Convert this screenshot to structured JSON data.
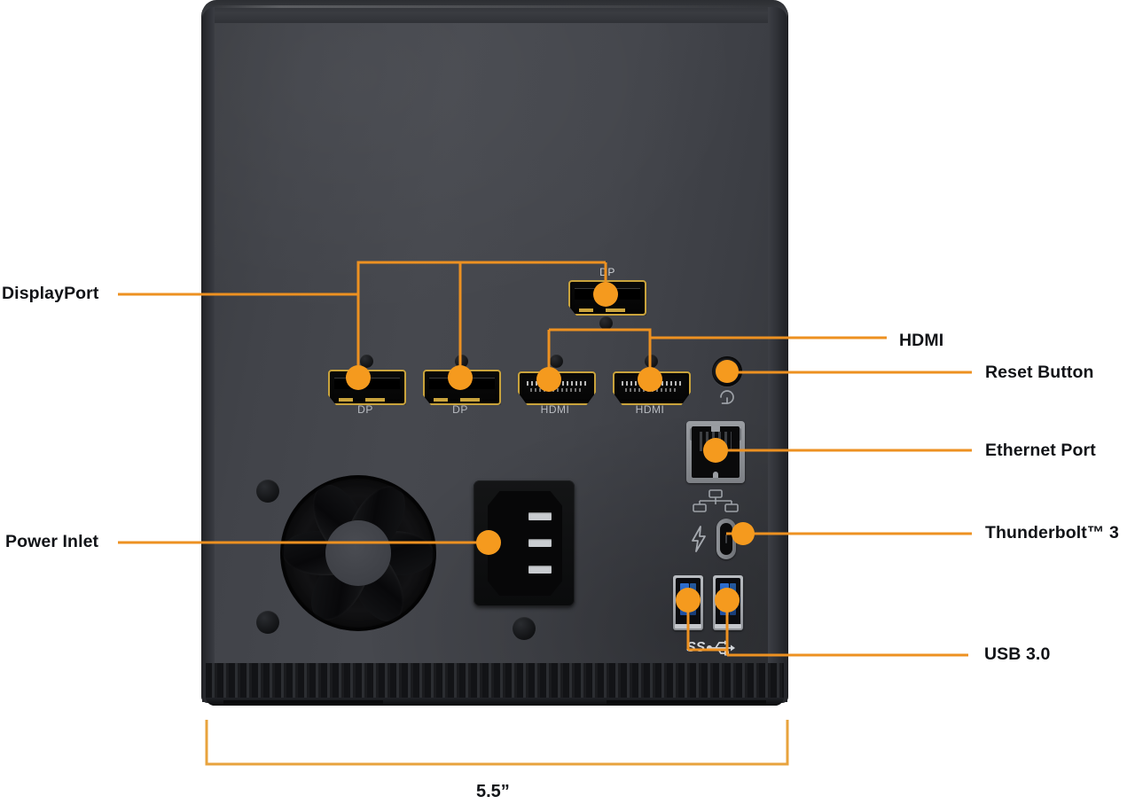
{
  "diagram": {
    "title": "Device rear panel port callout diagram",
    "accent_color": "#ED9121",
    "dot_color": "#F59A1E",
    "body_color": "#414349"
  },
  "callouts": {
    "displayport": "DisplayPort",
    "power_inlet": "Power Inlet",
    "hdmi": "HDMI",
    "reset_button": "Reset Button",
    "ethernet_port": "Ethernet Port",
    "thunderbolt": "Thunderbolt™ 3",
    "usb": "USB 3.0"
  },
  "port_captions": {
    "dp_top": "DP",
    "dp_1": "DP",
    "dp_2": "DP",
    "hdmi_1": "HDMI",
    "hdmi_2": "HDMI"
  },
  "icons": {
    "reset": "reset-arrow-icon",
    "ethernet": "ethernet-network-icon",
    "thunderbolt": "thunderbolt-lightning-icon",
    "usb": "usb-superspeed-icon"
  },
  "dimension": {
    "width_label": "5.5”"
  },
  "ports": {
    "displayport_count": 3,
    "hdmi_count": 2,
    "usb_count": 2,
    "ethernet_count": 1,
    "thunderbolt_count": 1
  }
}
